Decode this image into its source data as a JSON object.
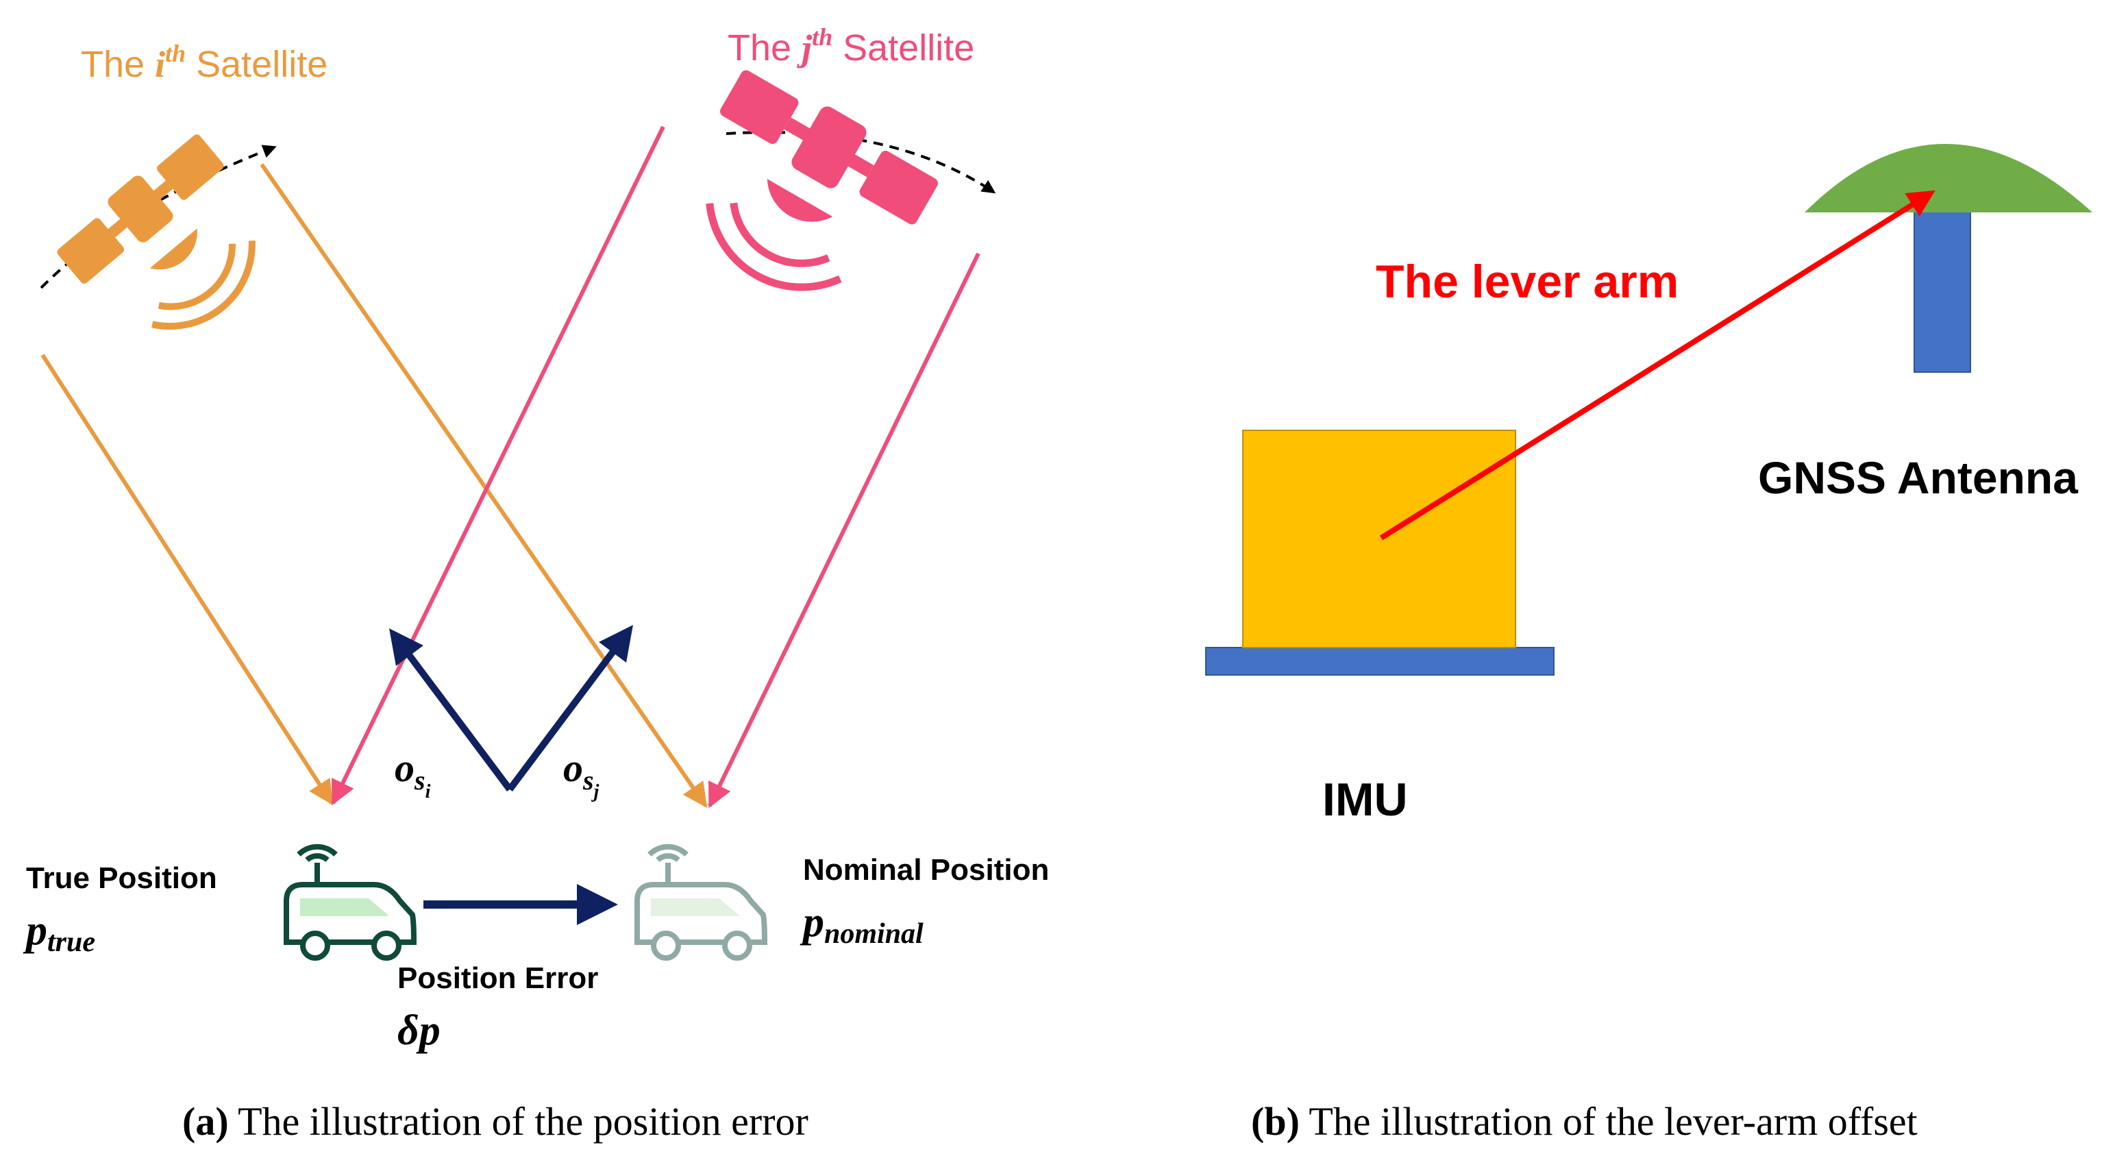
{
  "panel_a": {
    "sat_i": {
      "prefix": "The ",
      "sym": "i",
      "sup": "th",
      "suffix": " Satellite"
    },
    "sat_j": {
      "prefix": "The ",
      "sym": "j",
      "sup": "th",
      "suffix": " Satellite"
    },
    "o_si": {
      "base": "o",
      "sub": "s",
      "subsub": "i"
    },
    "o_sj": {
      "base": "o",
      "sub": "s",
      "subsub": "j"
    },
    "true_position": {
      "label": "True Position",
      "sym": "p",
      "sub": "true"
    },
    "nominal_position": {
      "label": "Nominal Position",
      "sym": "p",
      "sub": "nominal"
    },
    "position_error": {
      "label": "Position Error",
      "sym": "δp"
    },
    "caption": {
      "tag": "(a)",
      "text": " The illustration of the position error"
    }
  },
  "panel_b": {
    "lever_arm_label": "The lever arm",
    "gnss_label": "GNSS Antenna",
    "imu_label": "IMU",
    "caption": {
      "tag": "(b)",
      "text": " The illustration of the lever-arm offset"
    }
  },
  "colors": {
    "orange": "#ea9a3e",
    "pink": "#f04d7a",
    "navy": "#0f2160",
    "red": "#ff0000",
    "green": "#70ad47",
    "blue": "#4472c4",
    "yellow": "#ffc000",
    "car_dark": "#0f4a3a",
    "car_light": "#8fa9a4"
  },
  "icons": [
    "satellite-icon",
    "car-icon",
    "antenna-icon"
  ]
}
